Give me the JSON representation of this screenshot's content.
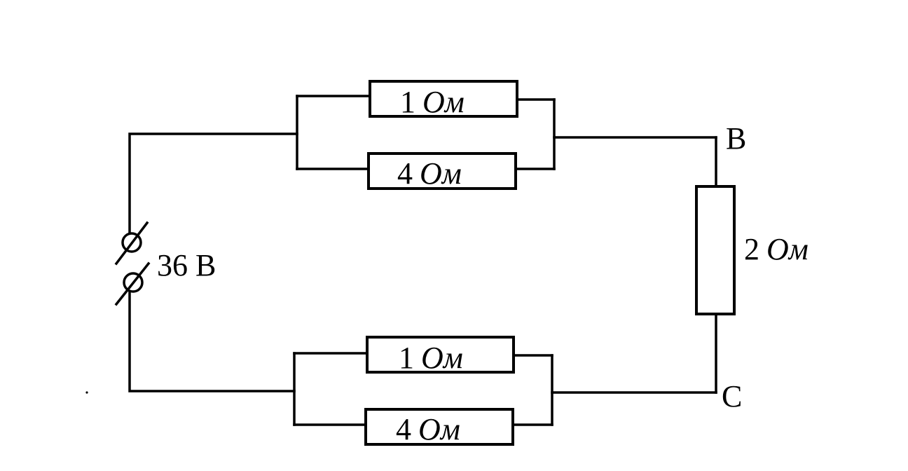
{
  "source": {
    "voltage_label": "36 В"
  },
  "nodes": {
    "b": "B",
    "c": "C"
  },
  "resistors": {
    "top_upper": {
      "value": "1",
      "unit": "Ом"
    },
    "top_lower": {
      "value": "4",
      "unit": "Ом"
    },
    "right": {
      "value": "2",
      "unit": "Ом"
    },
    "bottom_upper": {
      "value": "1",
      "unit": "Ом"
    },
    "bottom_lower": {
      "value": "4",
      "unit": "Ом"
    }
  }
}
